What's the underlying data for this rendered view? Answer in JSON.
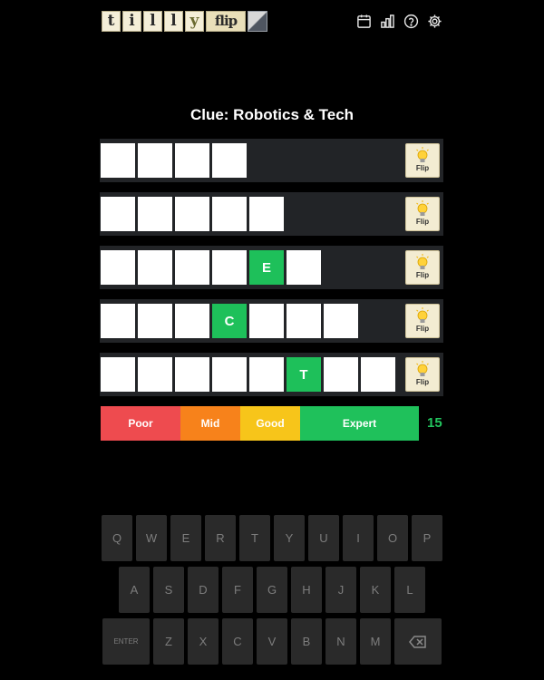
{
  "header": {
    "logo_letters": [
      "t",
      "i",
      "l",
      "l",
      "y"
    ],
    "logo_flip": "flip",
    "icons": [
      "calendar-icon",
      "stats-icon",
      "help-icon",
      "settings-icon"
    ]
  },
  "clue": "Clue: Robotics & Tech",
  "rows": [
    {
      "tiles": [
        "",
        "",
        "",
        ""
      ],
      "flip_label": "Flip"
    },
    {
      "tiles": [
        "",
        "",
        "",
        "",
        ""
      ],
      "flip_label": "Flip"
    },
    {
      "tiles": [
        "",
        "",
        "",
        "",
        "E",
        ""
      ],
      "flip_label": "Flip"
    },
    {
      "tiles": [
        "",
        "",
        "",
        "C",
        "",
        "",
        ""
      ],
      "flip_label": "Flip"
    },
    {
      "tiles": [
        "",
        "",
        "",
        "",
        "",
        "T",
        "",
        ""
      ],
      "flip_label": "Flip"
    }
  ],
  "score_bar": {
    "segments": [
      "Poor",
      "Mid",
      "Good",
      "Expert"
    ],
    "value": "15",
    "colors": {
      "poor": "#ee4b4f",
      "mid": "#f7821b",
      "good": "#f7c51a",
      "expert": "#1fc15b"
    }
  },
  "keyboard": {
    "row1": [
      "Q",
      "W",
      "E",
      "R",
      "T",
      "Y",
      "U",
      "I",
      "O",
      "P"
    ],
    "row2": [
      "A",
      "S",
      "D",
      "F",
      "G",
      "H",
      "J",
      "K",
      "L"
    ],
    "row3": [
      "ENTER",
      "Z",
      "X",
      "C",
      "V",
      "B",
      "N",
      "M"
    ],
    "backspace_icon": "backspace-icon"
  },
  "colors": {
    "revealed_tile": "#1ec05a",
    "background": "#000000"
  }
}
